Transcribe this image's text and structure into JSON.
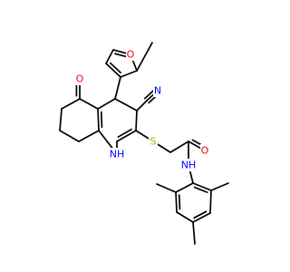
{
  "colors": {
    "background": "#ffffff",
    "bond": "#000000",
    "N": "#0000ff",
    "O": "#ff0000",
    "S": "#b2b200"
  },
  "atoms": {
    "o_ketone": "O",
    "o_furan": "O",
    "o_amide": "O",
    "s_thioether": "S",
    "n_nitrile": "N",
    "nh_ring": "NH",
    "nh_amide": "NH"
  }
}
